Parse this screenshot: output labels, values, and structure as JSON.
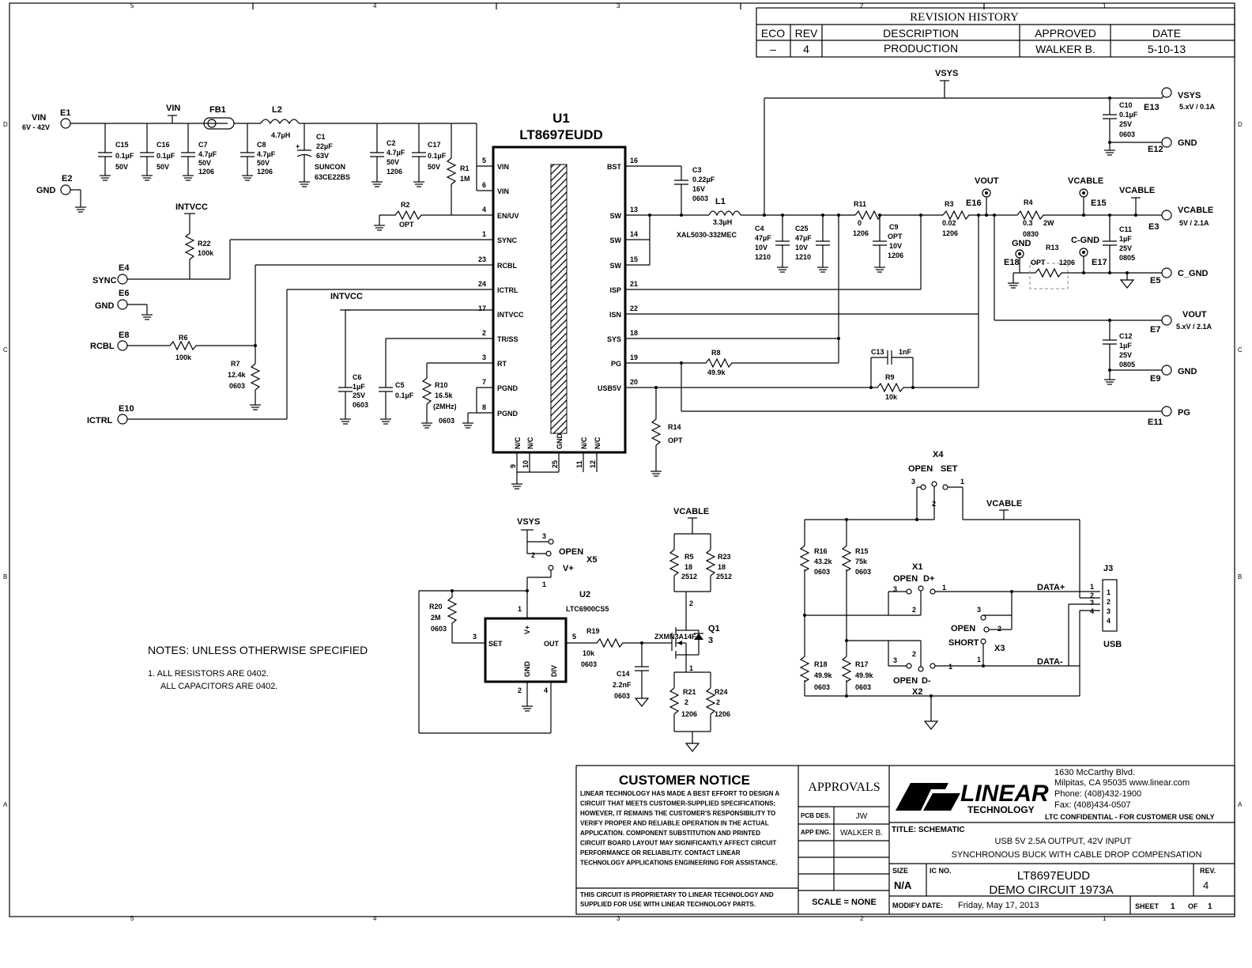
{
  "zone_markers": {
    "top": [
      "5",
      "4",
      "3",
      "2",
      "1"
    ],
    "side": [
      "D",
      "C",
      "B",
      "A"
    ]
  },
  "revision_history": {
    "title": "REVISION HISTORY",
    "headers": [
      "ECO",
      "REV",
      "DESCRIPTION",
      "APPROVED",
      "DATE"
    ],
    "row": [
      "–",
      "4",
      "PRODUCTION",
      "WALKER B.",
      "5-10-13"
    ]
  },
  "ic_u1": {
    "ref": "U1",
    "part": "LT8697EUDD",
    "left_pins": [
      {
        "num": "5",
        "name": "VIN"
      },
      {
        "num": "6",
        "name": "VIN"
      },
      {
        "num": "4",
        "name": "EN/UV"
      },
      {
        "num": "1",
        "name": "SYNC"
      },
      {
        "num": "23",
        "name": "RCBL"
      },
      {
        "num": "24",
        "name": "ICTRL"
      },
      {
        "num": "17",
        "name": "INTVCC"
      },
      {
        "num": "2",
        "name": "TR/SS"
      },
      {
        "num": "3",
        "name": "RT"
      },
      {
        "num": "7",
        "name": "PGND"
      },
      {
        "num": "8",
        "name": "PGND"
      }
    ],
    "right_pins": [
      {
        "num": "16",
        "name": "BST"
      },
      {
        "num": "13",
        "name": "SW"
      },
      {
        "num": "14",
        "name": "SW"
      },
      {
        "num": "15",
        "name": "SW"
      },
      {
        "num": "21",
        "name": "ISP"
      },
      {
        "num": "22",
        "name": "ISN"
      },
      {
        "num": "18",
        "name": "SYS"
      },
      {
        "num": "19",
        "name": "PG"
      },
      {
        "num": "20",
        "name": "USB5V"
      }
    ],
    "bottom_pins": [
      {
        "num": "9",
        "name": "N/C"
      },
      {
        "num": "10",
        "name": "N/C"
      },
      {
        "num": "25",
        "name": "GND"
      },
      {
        "num": "11",
        "name": "N/C"
      },
      {
        "num": "12",
        "name": "N/C"
      }
    ]
  },
  "net_labels": {
    "vin": "VIN",
    "vin_range": "6V - 42V",
    "vin_top": "VIN",
    "intvcc1": "INTVCC",
    "intvcc2": "INTVCC",
    "vsys_top": "VSYS",
    "vout": "VOUT",
    "vcable1": "VCABLE",
    "vcable2": "VCABLE",
    "vcable3": "VCABLE",
    "vcable4": "VCABLE",
    "vsys2": "VSYS",
    "gnd_e18": "GND",
    "cgnd_e17": "C-GND"
  },
  "terminals": {
    "e1": "E1",
    "e2": "E2",
    "gnd_e2": "GND",
    "e4": "E4",
    "sync": "SYNC",
    "e6": "E6",
    "gnd_e6": "GND",
    "e8": "E8",
    "rcbl": "RCBL",
    "e10": "E10",
    "ictrl": "ICTRL",
    "e13": "E13",
    "vsys_out": "VSYS",
    "vsys_out_spec": "5.xV / 0.1A",
    "e12": "E12",
    "gnd_e12": "GND",
    "e16": "E16",
    "e15": "E15",
    "e3": "E3",
    "vcable_out": "VCABLE",
    "vcable_spec": "5V / 2.1A",
    "e18": "E18",
    "e17": "E17",
    "e5": "E5",
    "cgnd_out": "C_GND",
    "e7": "E7",
    "vout_out": "VOUT",
    "vout_spec": "5.xV / 2.1A",
    "e9": "E9",
    "gnd_e9": "GND",
    "e11": "E11",
    "pg_out": "PG"
  },
  "components": {
    "fb1": "FB1",
    "l2": "L2",
    "l2v": "4.7µH",
    "c15": [
      "C15",
      "0.1µF",
      "50V"
    ],
    "c16": [
      "C16",
      "0.1µF",
      "50V"
    ],
    "c7": [
      "C7",
      "4.7µF",
      "50V",
      "1206"
    ],
    "c8": [
      "C8",
      "4.7µF",
      "50V",
      "1206"
    ],
    "c1": [
      "C1",
      "22µF",
      "63V",
      "SUNCON",
      "63CE22BS"
    ],
    "c2": [
      "C2",
      "4.7µF",
      "50V",
      "1206"
    ],
    "c17": [
      "C17",
      "0.1µF",
      "50V"
    ],
    "r1": [
      "R1",
      "1M"
    ],
    "r2": [
      "R2",
      "OPT"
    ],
    "r22": [
      "R22",
      "100k"
    ],
    "r6": [
      "R6",
      "100k"
    ],
    "r7": [
      "R7",
      "12.4k",
      "0603"
    ],
    "c6": [
      "C6",
      "1µF",
      "25V",
      "0603"
    ],
    "c5": [
      "C5",
      "0.1µF"
    ],
    "r10": [
      "R10",
      "16.5k",
      "(2MHz)",
      "0603"
    ],
    "c3": [
      "C3",
      "0.22µF",
      "16V",
      "0603"
    ],
    "l1": [
      "L1",
      "3.3µH",
      "XAL5030-332MEC"
    ],
    "c4": [
      "C4",
      "47µF",
      "10V",
      "1210"
    ],
    "c25": [
      "C25",
      "47µF",
      "10V",
      "1210"
    ],
    "r11": [
      "R11",
      "0",
      "1206"
    ],
    "c9": [
      "C9",
      "OPT",
      "10V",
      "1206"
    ],
    "r3": [
      "R3",
      "0.02",
      "1206"
    ],
    "r4": [
      "R4",
      "0.3",
      "2W",
      "0830"
    ],
    "c11": [
      "C11",
      "1µF",
      "25V",
      "0805"
    ],
    "r13": [
      "R13",
      "OPT",
      "1206"
    ],
    "c10": [
      "C10",
      "0.1µF",
      "25V",
      "0603"
    ],
    "c12": [
      "C12",
      "1µF",
      "25V",
      "0805"
    ],
    "r8": [
      "R8",
      "49.9k"
    ],
    "c13": [
      "C13",
      "1nF"
    ],
    "r9": [
      "R9",
      "10k"
    ],
    "r14": [
      "R14",
      "OPT"
    ],
    "x4": [
      "X4",
      "OPEN",
      "SET",
      "3",
      "2",
      "1"
    ],
    "r16": [
      "R16",
      "43.2k",
      "0603"
    ],
    "r15": [
      "R15",
      "75k",
      "0603"
    ],
    "r18": [
      "R18",
      "49.9k",
      "0603"
    ],
    "r17": [
      "R17",
      "49.9k",
      "0603"
    ],
    "x1": [
      "X1",
      "OPEN",
      "D+",
      "3",
      "2",
      "1"
    ],
    "x2": [
      "X2",
      "OPEN",
      "D-",
      "3",
      "2",
      "1"
    ],
    "x3": [
      "X3",
      "OPEN",
      "SHORT",
      "3",
      "2",
      "1"
    ],
    "j3": [
      "J3",
      "1",
      "2",
      "3",
      "4",
      "USB",
      "DATA+",
      "DATA-"
    ],
    "x5": [
      "X5",
      "OPEN",
      "V+",
      "3",
      "2",
      "1"
    ],
    "u2": [
      "U2",
      "LTC6900CS5",
      "SET",
      "OUT",
      "V+",
      "GND",
      "DIV",
      "1",
      "2",
      "3",
      "4",
      "5"
    ],
    "r20": [
      "R20",
      "2M",
      "0603"
    ],
    "r19": [
      "R19",
      "10k",
      "0603"
    ],
    "c14": [
      "C14",
      "2.2nF",
      "0603"
    ],
    "q1": [
      "Q1",
      "ZXMN3A14F",
      "1",
      "2",
      "3"
    ],
    "r5": [
      "R5",
      "18",
      "2512"
    ],
    "r23": [
      "R23",
      "18",
      "2512"
    ],
    "r21": [
      "R21",
      "2",
      "1206"
    ],
    "r24": [
      "R24",
      "2",
      "1206"
    ]
  },
  "notes": {
    "title": "NOTES:  UNLESS OTHERWISE SPECIFIED",
    "line1": "1.  ALL RESISTORS ARE 0402.",
    "line2": "ALL CAPACITORS ARE 0402."
  },
  "title_block": {
    "customer_notice_title": "CUSTOMER NOTICE",
    "notice_lines": [
      "LINEAR TECHNOLOGY HAS MADE A BEST EFFORT TO DESIGN A",
      "CIRCUIT THAT MEETS CUSTOMER-SUPPLIED SPECIFICATIONS;",
      "HOWEVER, IT REMAINS THE CUSTOMER'S RESPONSIBILITY TO",
      "VERIFY PROPER AND RELIABLE OPERATION IN THE ACTUAL",
      "APPLICATION.  COMPONENT SUBSTITUTION AND PRINTED",
      "CIRCUIT BOARD LAYOUT MAY SIGNIFICANTLY AFFECT CIRCUIT",
      "PERFORMANCE OR RELIABILITY.  CONTACT LINEAR",
      "TECHNOLOGY APPLICATIONS ENGINEERING FOR ASSISTANCE."
    ],
    "proprietary_lines": [
      "THIS CIRCUIT IS PROPRIETARY TO LINEAR TECHNOLOGY AND",
      "SUPPLIED FOR USE WITH LINEAR TECHNOLOGY PARTS."
    ],
    "approvals": "APPROVALS",
    "pcb_des_label": "PCB DES.",
    "pcb_des": "JW",
    "app_eng_label": "APP ENG.",
    "app_eng": "WALKER B.",
    "scale": "SCALE = NONE",
    "logo_text": "LINEAR",
    "logo_sub": "TECHNOLOGY",
    "address_lines": [
      "1630 McCarthy Blvd.",
      "Milpitas, CA 95035   www.linear.com",
      "Phone: (408)432-1900",
      "Fax: (408)434-0507"
    ],
    "confidential": "LTC CONFIDENTIAL - FOR CUSTOMER USE ONLY",
    "title_label": "TITLE:  SCHEMATIC",
    "title_line1": "USB 5V 2.5A OUTPUT, 42V INPUT",
    "title_line2": "SYNCHRONOUS BUCK WITH CABLE DROP COMPENSATION",
    "size_label": "SIZE",
    "size": "N/A",
    "icno_label": "IC NO.",
    "ic_no": "LT8697EUDD",
    "demo": "DEMO CIRCUIT 1973A",
    "rev_label": "REV.",
    "rev": "4",
    "modify_label": "MODIFY DATE:",
    "modify_date": "Friday, May 17, 2013",
    "sheet_label": "SHEET",
    "sheet": "1",
    "of_label": "OF",
    "of": "1"
  }
}
